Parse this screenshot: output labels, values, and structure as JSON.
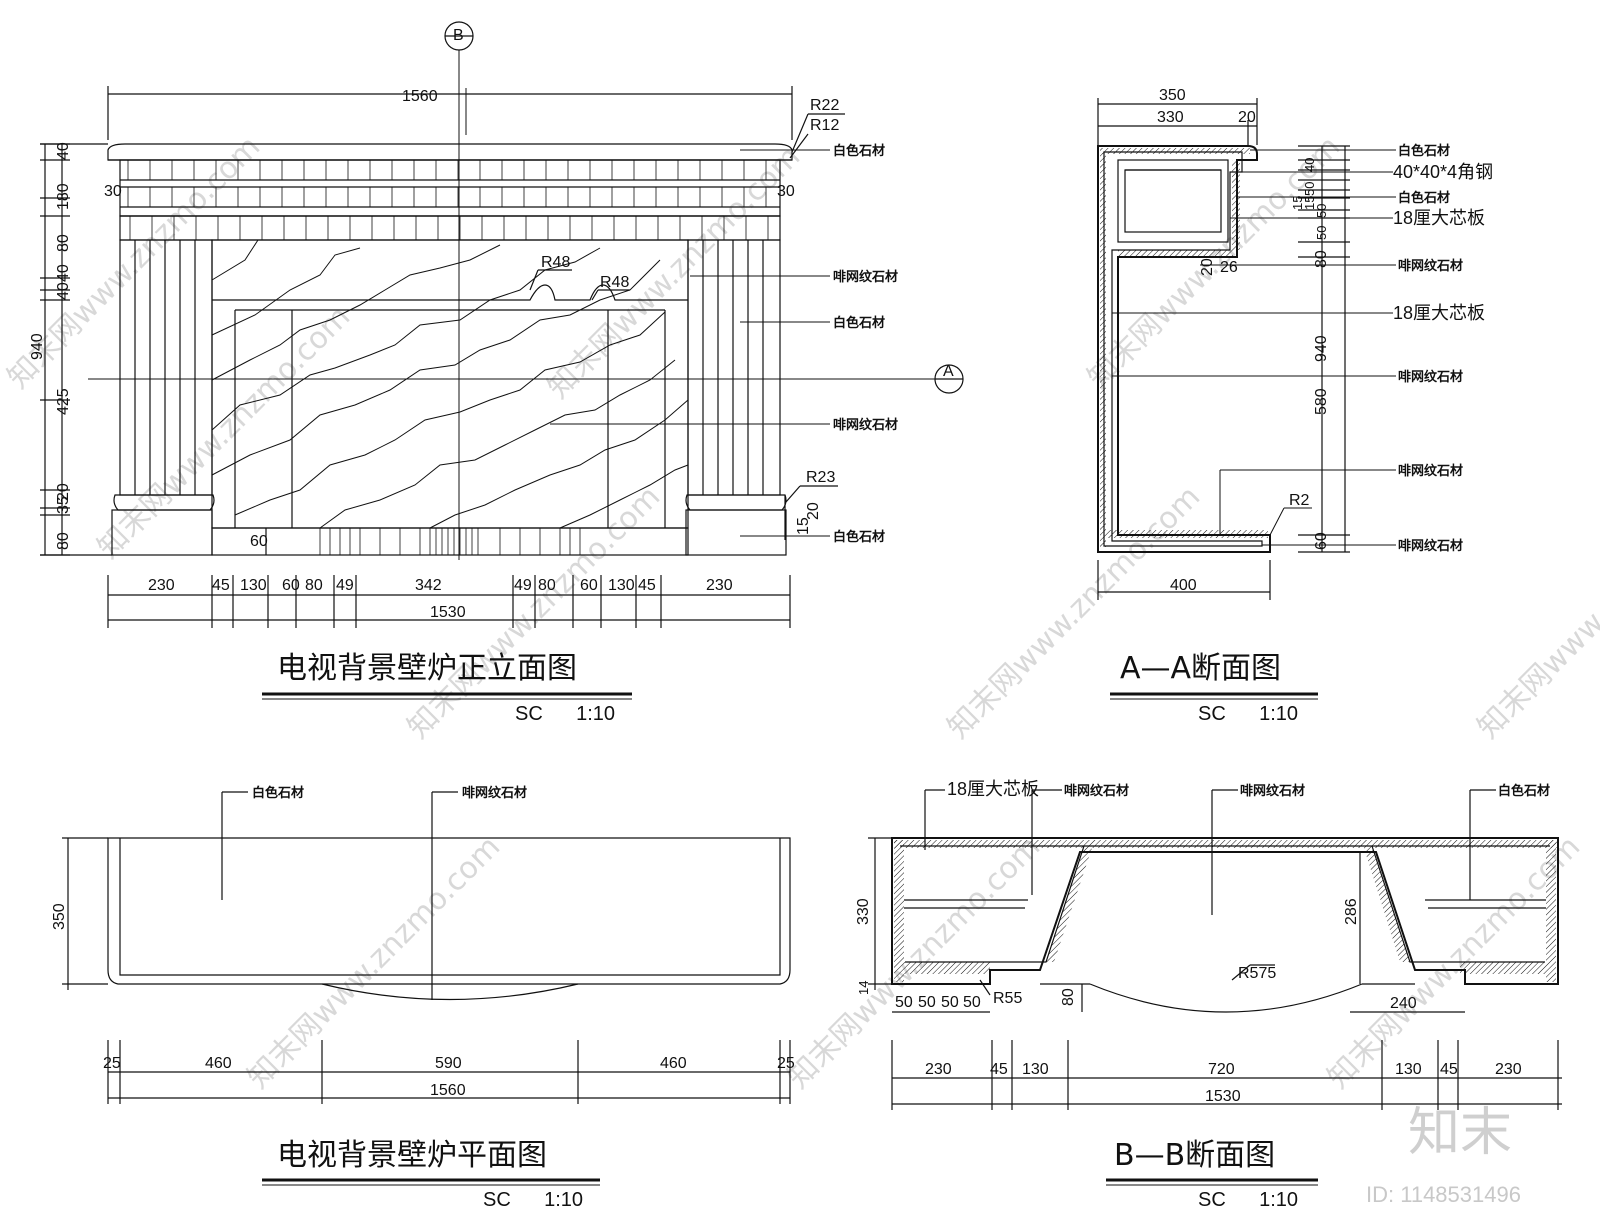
{
  "elevation": {
    "title": "电视背景壁炉正立面图",
    "scale": "SC      1:10",
    "section_b_mark": "B",
    "section_a_mark": "A",
    "dim_top_total": "1560",
    "left_dims": [
      "40",
      "180",
      "80",
      "40",
      "40",
      "425",
      "20",
      "35",
      "80"
    ],
    "left_total": "940",
    "r_top": [
      "R22",
      "R12"
    ],
    "side_30": "30",
    "r48": "R48",
    "r23": "R23",
    "small_60": "60",
    "right_small": [
      "15",
      "20"
    ],
    "bottom_dims": [
      "230",
      "45",
      "130",
      "60",
      "80",
      "49",
      "342",
      "49",
      "80",
      "60",
      "130",
      "45",
      "230"
    ],
    "bottom_total": "1530",
    "labels": [
      "白色石材",
      "啡网纹石材",
      "白色石材",
      "啡网纹石材",
      "白色石材"
    ]
  },
  "section_aa": {
    "title": "A—A断面图",
    "scale": "SC      1:10",
    "top_dims": [
      "350",
      "330",
      "20"
    ],
    "labels": [
      "白色石材",
      "40*40*4角钢",
      "白色石材",
      "18厘大芯板",
      "啡网纹石材",
      "18厘大芯板",
      "啡网纹石材",
      "啡网纹石材",
      "啡网纹石材"
    ],
    "right_dims": [
      "40",
      "50",
      "15",
      "15",
      "50",
      "50",
      "80",
      "580",
      "60"
    ],
    "right_total": "940",
    "small": [
      "26",
      "20"
    ],
    "r2": "R2",
    "bottom": "400"
  },
  "plan": {
    "title": "电视背景壁炉平面图",
    "scale": "SC      1:10",
    "labels": [
      "白色石材",
      "啡网纹石材"
    ],
    "left_dim": "350",
    "bottom_dims": [
      "25",
      "460",
      "590",
      "460",
      "25"
    ],
    "bottom_total": "1560"
  },
  "section_bb": {
    "title": "B—B断面图",
    "scale": "SC      1:10",
    "labels": [
      "18厘大芯板",
      "啡网纹石材",
      "啡网纹石材",
      "白色石材"
    ],
    "left_dims": [
      "330",
      "14"
    ],
    "small_dims": [
      "50",
      "50",
      "50",
      "50"
    ],
    "r55": "R55",
    "r575": "R575",
    "d80": "80",
    "d286": "286",
    "d240": "240",
    "bottom_dims": [
      "230",
      "45",
      "130",
      "720",
      "130",
      "45",
      "230"
    ],
    "bottom_total": "1530"
  },
  "watermark": {
    "site": "知末网www.znzmo.com",
    "brand": "知末",
    "id": "ID: 1148531496"
  }
}
